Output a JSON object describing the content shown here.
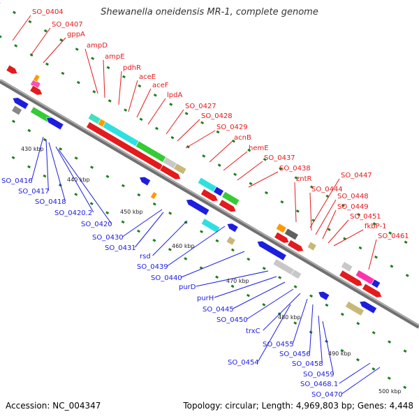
{
  "title": "Shewanella oneidensis MR-1, complete genome",
  "footer": {
    "accession": "Accession: NC_004347",
    "summary": "Topology: circular; Length: 4,969,803 bp; Genes: 4,448"
  },
  "colors": {
    "forward": "#e41a1c",
    "reverse": "#1d1de0",
    "backbone": "#888888",
    "tick": "#1e7f1e"
  },
  "tick_labels": [
    "430 kbp",
    "440 kbp",
    "450 kbp",
    "460 kbp",
    "470 kbp",
    "480 kbp",
    "490 kbp",
    "500 kbp"
  ],
  "forward_genes": [
    "SO_0404",
    "SO_0407",
    "gppA",
    "ampD",
    "ampE",
    "pdhR",
    "aceE",
    "aceF",
    "lpdA",
    "SO_0427",
    "SO_0428",
    "SO_0429",
    "acnB",
    "hemE",
    "SO_0437",
    "SO_0438",
    "zntR",
    "SO_0447",
    "SO_0444",
    "SO_0448",
    "SO_0449",
    "SO_0451",
    "fkbP-1",
    "SO_0461"
  ],
  "reverse_genes": [
    "SO_0416",
    "SO_0417",
    "SO_0418",
    "SO_0420.2",
    "SO_0420",
    "SO_0430",
    "SO_0431",
    "rsd",
    "SO_0439",
    "SO_0440",
    "purD",
    "purH",
    "SO_0445",
    "SO_0450",
    "trxC",
    "SO_0455",
    "SO_0456",
    "SO_0454",
    "SO_0458",
    "SO_0459",
    "SO_0468.1",
    "SO_0470"
  ]
}
